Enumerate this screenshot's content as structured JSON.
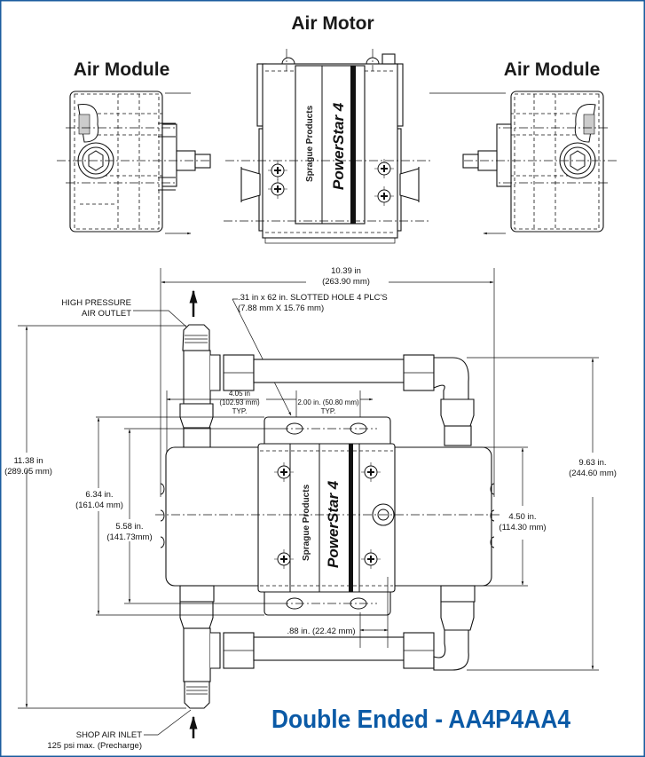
{
  "views": {
    "air_motor_label": "Air Motor",
    "air_module_left_label": "Air Module",
    "air_module_right_label": "Air Module"
  },
  "branding": {
    "maker": "Sprague Products",
    "model": "PowerStar 4"
  },
  "dimensions": {
    "overall_width": {
      "in": "10.39 in",
      "mm": "(263.90 mm)"
    },
    "slotted_hole": {
      "in": ".31 in x 62 in. SLOTTED HOLE 4 PLC'S",
      "mm": "(7.88 mm X 15.76 mm)"
    },
    "hole_spacing_a": {
      "in": "4.05 in",
      "mm": "(102.93 mm)",
      "note": "TYP."
    },
    "hole_spacing_b": {
      "in": "2.00 in. (50.80 mm)",
      "note": "TYP."
    },
    "overall_height": {
      "in": "11.38 in",
      "mm": "(289.05 mm)"
    },
    "plate_height": {
      "in": "6.34 in.",
      "mm": "(161.04 mm)"
    },
    "slot_height": {
      "in": "5.58 in.",
      "mm": "(141.73mm)"
    },
    "body_height": {
      "in": "4.50 in.",
      "mm": "(114.30 mm)"
    },
    "fitting_height": {
      "in": "9.63 in.",
      "mm": "(244.60 mm)"
    },
    "slot_offset": {
      "text": ".88 in. (22.42 mm)"
    }
  },
  "callouts": {
    "outlet": [
      "HIGH PRESSURE",
      "AIR OUTLET"
    ],
    "inlet": [
      "SHOP AIR INLET",
      "125 psi max. (Precharge)"
    ]
  },
  "title": "Double Ended - AA4P4AA4",
  "colors": {
    "title": "#0b5aa6",
    "border": "#1b5c9e"
  }
}
